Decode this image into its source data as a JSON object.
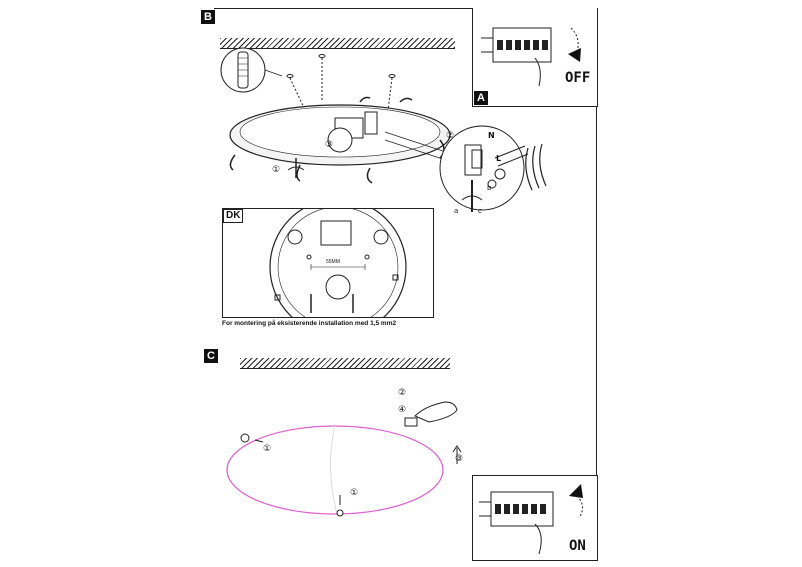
{
  "sections": {
    "b": {
      "label": "B"
    },
    "c": {
      "label": "C"
    }
  },
  "panel_a": {
    "tag": "A",
    "state": "OFF"
  },
  "panel_c": {
    "state": "ON"
  },
  "dk": {
    "tag": "DK",
    "dimension": "55MM",
    "caption": "For montering på  eksisterende installation med 1,5 mm2"
  },
  "markers": {
    "b_step1": "①",
    "b_step2": "②",
    "b_step3": "③",
    "c_step1a": "①",
    "c_step1b": "①",
    "c_step2": "②",
    "c_step3": "③",
    "c_step4": "④"
  },
  "wiring": {
    "n": "N",
    "l": "L",
    "a": "a",
    "b": "b",
    "c": "c"
  },
  "colors": {
    "line": "#222222",
    "glass_outline": "#e060d0",
    "page": "#ffffff"
  }
}
